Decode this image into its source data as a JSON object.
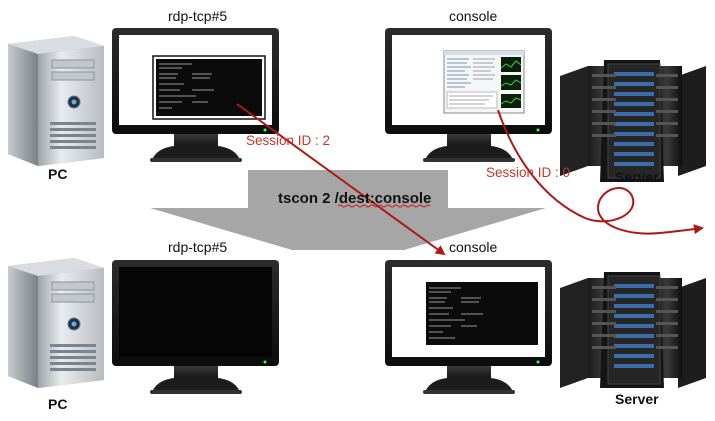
{
  "top": {
    "pc_label": "PC",
    "server_label": "Server",
    "monitor_left_title": "rdp-tcp#5",
    "monitor_right_title": "console"
  },
  "bottom": {
    "pc_label": "PC",
    "server_label": "Server",
    "monitor_left_title": "rdp-tcp#5",
    "monitor_right_title": "console"
  },
  "command": "tscon 2 /dest:console",
  "session_left": "Session ID : 2",
  "session_right": "Session ID : 0",
  "colors": {
    "arrow": "#b01616",
    "banner": "#a6a6a6",
    "bezel": "#141414",
    "screen_black": "#050505"
  },
  "icons": [
    "pc-tower-icon",
    "monitor-icon",
    "server-rack-icon"
  ]
}
